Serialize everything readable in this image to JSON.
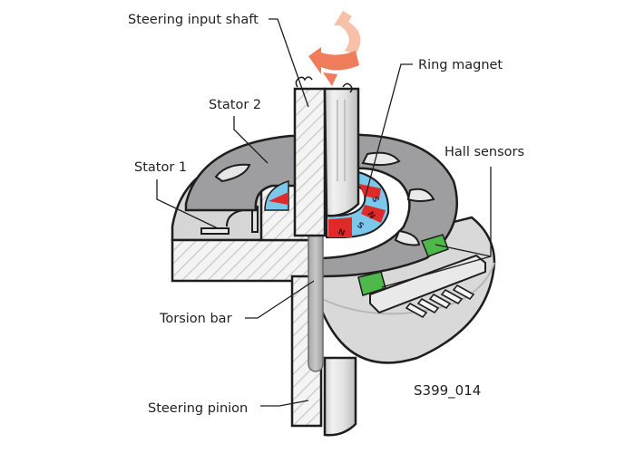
{
  "diagram": {
    "title": "Steering torque sensor cutaway",
    "reference_code": "S399_014",
    "labels": {
      "steering_input_shaft": "Steering input shaft",
      "ring_magnet": "Ring magnet",
      "stator_2": "Stator 2",
      "stator_1": "Stator 1",
      "hall_sensors": "Hall sensors",
      "torsion_bar": "Torsion bar",
      "steering_pinion": "Steering pinion"
    },
    "magnet_poles": [
      "N",
      "S",
      "N",
      "S",
      "N",
      "S"
    ],
    "colors": {
      "rotation_arrow_front": "#ef7d5c",
      "rotation_arrow_back": "#f6c1a8",
      "magnet_north": "#e02a2a",
      "magnet_south": "#7cc8ea",
      "hall_sensor": "#4fb84a",
      "stator_grey": "#9e9ea0",
      "housing_light": "#dcdcdc",
      "outline": "#1e1e1e"
    }
  }
}
